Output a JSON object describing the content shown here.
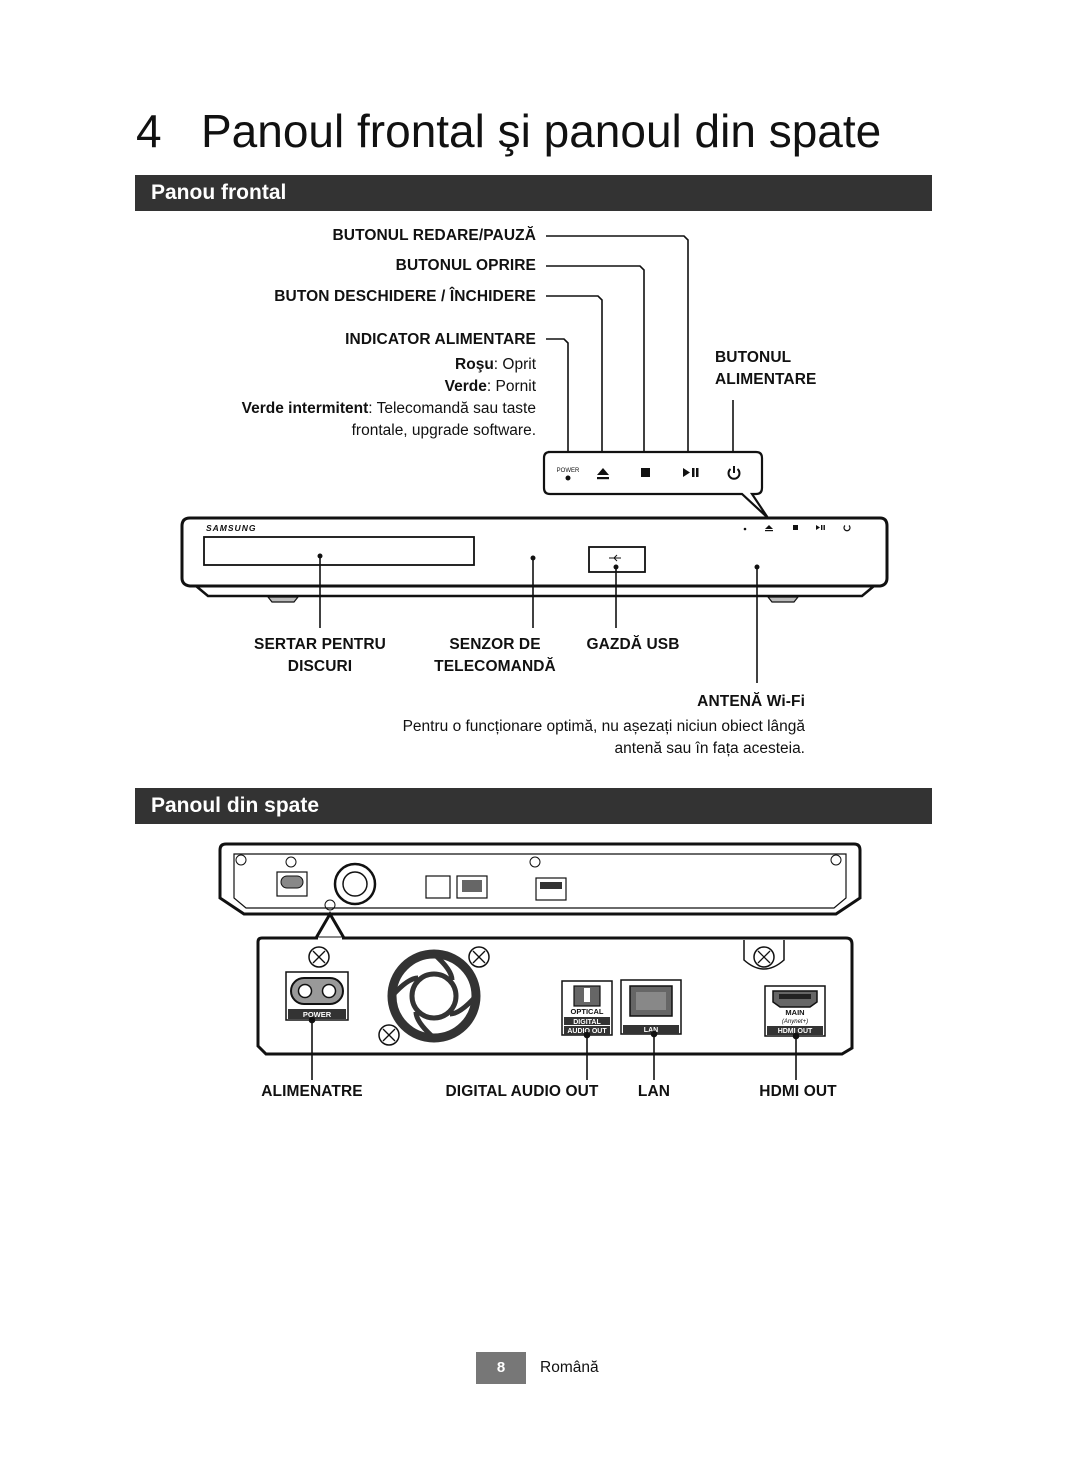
{
  "chapter": {
    "number": "4",
    "title": "Panoul frontal şi panoul din spate"
  },
  "front": {
    "section_title": "Panou frontal",
    "labels": {
      "play_pause": "BUTONUL REDARE/PAUZĂ",
      "stop": "BUTONUL OPRIRE",
      "open_close": "BUTON DESCHIDERE / ÎNCHIDERE",
      "power_indicator": "INDICATOR ALIMENTARE",
      "power_button_line1": "BUTONUL",
      "power_button_line2": "ALIMENTARE",
      "disc_tray_line1": "SERTAR PENTRU",
      "disc_tray_line2": "DISCURI",
      "remote_sensor_line1": "SENZOR DE",
      "remote_sensor_line2": "TELECOMANDĂ",
      "usb_host": "GAZDĂ USB",
      "wifi_antenna": "ANTENĂ Wi-Fi"
    },
    "indicator_states": {
      "red_key": "Roşu",
      "red_value": ": Oprit",
      "green_key": "Verde",
      "green_value": ": Pornit",
      "blink_key": "Verde intermitent",
      "blink_value": ": Telecomandă sau taste",
      "blink_value2": "frontale, upgrade software."
    },
    "antenna_note_line1": "Pentru o funcționare optimă, nu așezați niciun obiect lângă",
    "antenna_note_line2": "antenă sau în fața acesteia.",
    "device_brand": "SAMSUNG",
    "panel_power_text": "POWER"
  },
  "rear": {
    "section_title": "Panoul din spate",
    "labels": {
      "power": "ALIMENATRE",
      "digital_audio_out": "DIGITAL AUDIO OUT",
      "lan": "LAN",
      "hdmi_out": "HDMI OUT"
    },
    "port_text": {
      "power": "POWER",
      "optical": "OPTICAL",
      "digital": "DIGITAL",
      "audio_out": "AUDIO OUT",
      "lan": "LAN",
      "main": "MAIN",
      "anynet": "(Anynet+)",
      "hdmi_out": "HDMI OUT"
    }
  },
  "footer": {
    "page_number": "8",
    "language": "Română"
  }
}
